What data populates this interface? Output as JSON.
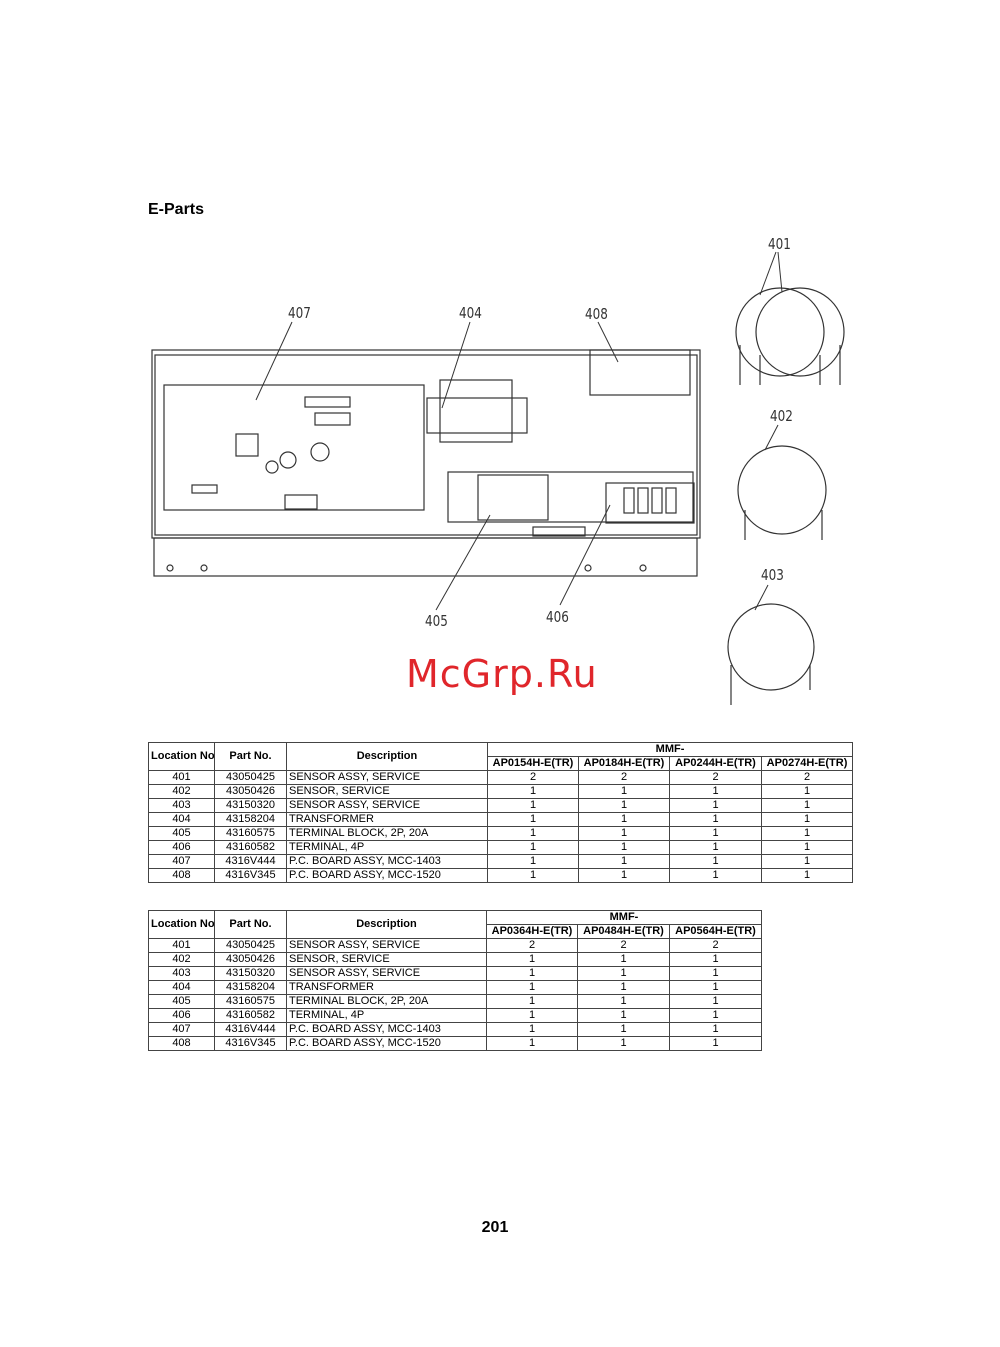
{
  "section_title": "E-Parts",
  "page_number": "201",
  "watermark": "McGrp.Ru",
  "diagram": {
    "callouts": [
      "401",
      "402",
      "403",
      "404",
      "405",
      "406",
      "407",
      "408"
    ]
  },
  "tables": [
    {
      "headers": {
        "location": "Location No.",
        "part_no": "Part No.",
        "description": "Description",
        "group": "MMF-"
      },
      "models": [
        "AP0154H-E(TR)",
        "AP0184H-E(TR)",
        "AP0244H-E(TR)",
        "AP0274H-E(TR)"
      ],
      "rows": [
        {
          "loc": "401",
          "part": "43050425",
          "desc": "SENSOR ASSY, SERVICE",
          "qty": [
            "2",
            "2",
            "2",
            "2"
          ]
        },
        {
          "loc": "402",
          "part": "43050426",
          "desc": "SENSOR, SERVICE",
          "qty": [
            "1",
            "1",
            "1",
            "1"
          ]
        },
        {
          "loc": "403",
          "part": "43150320",
          "desc": "SENSOR ASSY, SERVICE",
          "qty": [
            "1",
            "1",
            "1",
            "1"
          ]
        },
        {
          "loc": "404",
          "part": "43158204",
          "desc": "TRANSFORMER",
          "qty": [
            "1",
            "1",
            "1",
            "1"
          ]
        },
        {
          "loc": "405",
          "part": "43160575",
          "desc": "TERMINAL BLOCK, 2P, 20A",
          "qty": [
            "1",
            "1",
            "1",
            "1"
          ]
        },
        {
          "loc": "406",
          "part": "43160582",
          "desc": "TERMINAL, 4P",
          "qty": [
            "1",
            "1",
            "1",
            "1"
          ]
        },
        {
          "loc": "407",
          "part": "4316V444",
          "desc": "P.C. BOARD ASSY, MCC-1403",
          "qty": [
            "1",
            "1",
            "1",
            "1"
          ]
        },
        {
          "loc": "408",
          "part": "4316V345",
          "desc": "P.C. BOARD ASSY, MCC-1520",
          "qty": [
            "1",
            "1",
            "1",
            "1"
          ]
        }
      ]
    },
    {
      "headers": {
        "location": "Location No.",
        "part_no": "Part No.",
        "description": "Description",
        "group": "MMF-"
      },
      "models": [
        "AP0364H-E(TR)",
        "AP0484H-E(TR)",
        "AP0564H-E(TR)"
      ],
      "rows": [
        {
          "loc": "401",
          "part": "43050425",
          "desc": "SENSOR ASSY, SERVICE",
          "qty": [
            "2",
            "2",
            "2"
          ]
        },
        {
          "loc": "402",
          "part": "43050426",
          "desc": "SENSOR, SERVICE",
          "qty": [
            "1",
            "1",
            "1"
          ]
        },
        {
          "loc": "403",
          "part": "43150320",
          "desc": "SENSOR ASSY, SERVICE",
          "qty": [
            "1",
            "1",
            "1"
          ]
        },
        {
          "loc": "404",
          "part": "43158204",
          "desc": "TRANSFORMER",
          "qty": [
            "1",
            "1",
            "1"
          ]
        },
        {
          "loc": "405",
          "part": "43160575",
          "desc": "TERMINAL BLOCK, 2P, 20A",
          "qty": [
            "1",
            "1",
            "1"
          ]
        },
        {
          "loc": "406",
          "part": "43160582",
          "desc": "TERMINAL, 4P",
          "qty": [
            "1",
            "1",
            "1"
          ]
        },
        {
          "loc": "407",
          "part": "4316V444",
          "desc": "P.C. BOARD ASSY, MCC-1403",
          "qty": [
            "1",
            "1",
            "1"
          ]
        },
        {
          "loc": "408",
          "part": "4316V345",
          "desc": "P.C. BOARD ASSY, MCC-1520",
          "qty": [
            "1",
            "1",
            "1"
          ]
        }
      ]
    }
  ]
}
